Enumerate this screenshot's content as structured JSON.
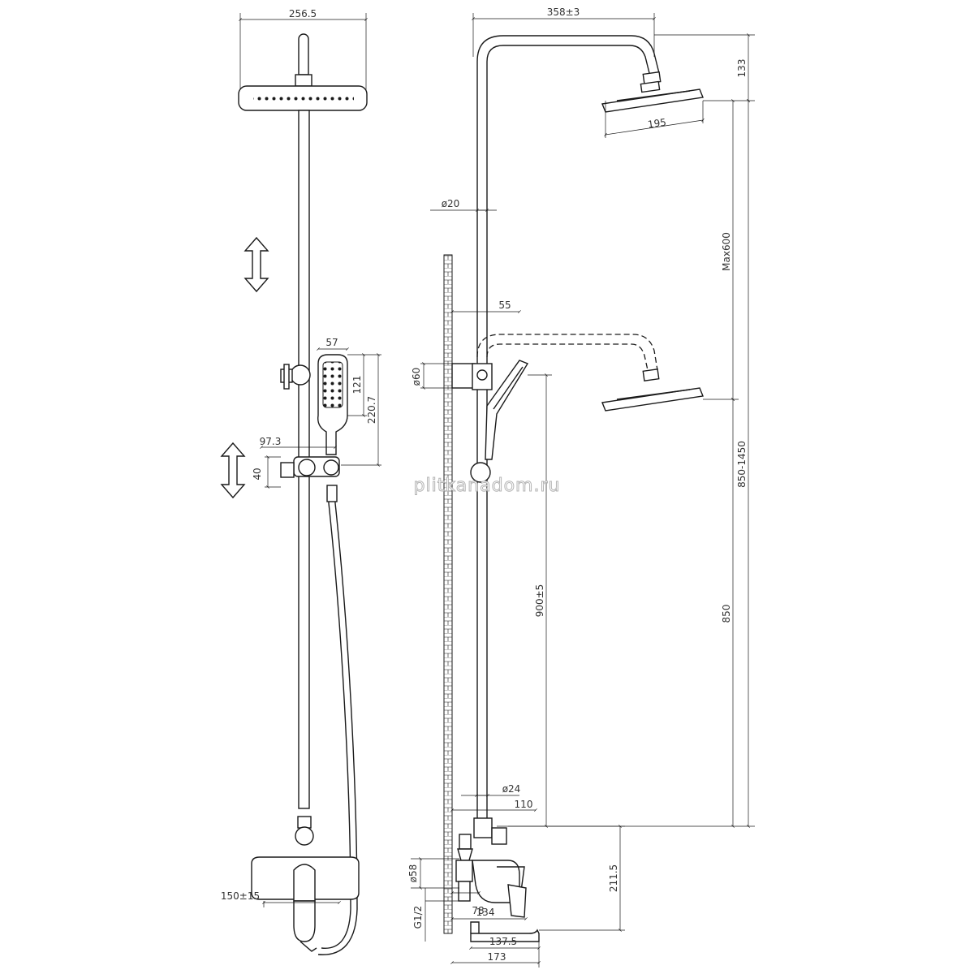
{
  "dimensions": {
    "head_width_front": "256.5",
    "column_reach": "358±3",
    "overhead_height": "133",
    "head_diameter": "195",
    "pipe_diameter": "ø20",
    "max_adjust": "Max600",
    "wall_offset": "55",
    "bracket_diameter": "ø60",
    "hand_width": "57",
    "hand_head_length": "121",
    "hand_total_length": "220.7",
    "holder_width": "97.3",
    "holder_height": "40",
    "height_range": "850-1450",
    "hand_height": "900±5",
    "min_height": "850",
    "lower_pipe_diameter": "ø24",
    "lower_offset": "110",
    "mixer_height": "211.5",
    "flange_diameter": "ø58",
    "thread": "G1/2",
    "eccentric": "78",
    "mixer_depth": "134",
    "spout_reach": "137.5",
    "total_depth": "173",
    "inlet_centers": "150±15"
  },
  "watermark": "plitkanadom.ru",
  "colors": {
    "line": "#1a1a1a",
    "text": "#333333",
    "background": "#ffffff"
  }
}
